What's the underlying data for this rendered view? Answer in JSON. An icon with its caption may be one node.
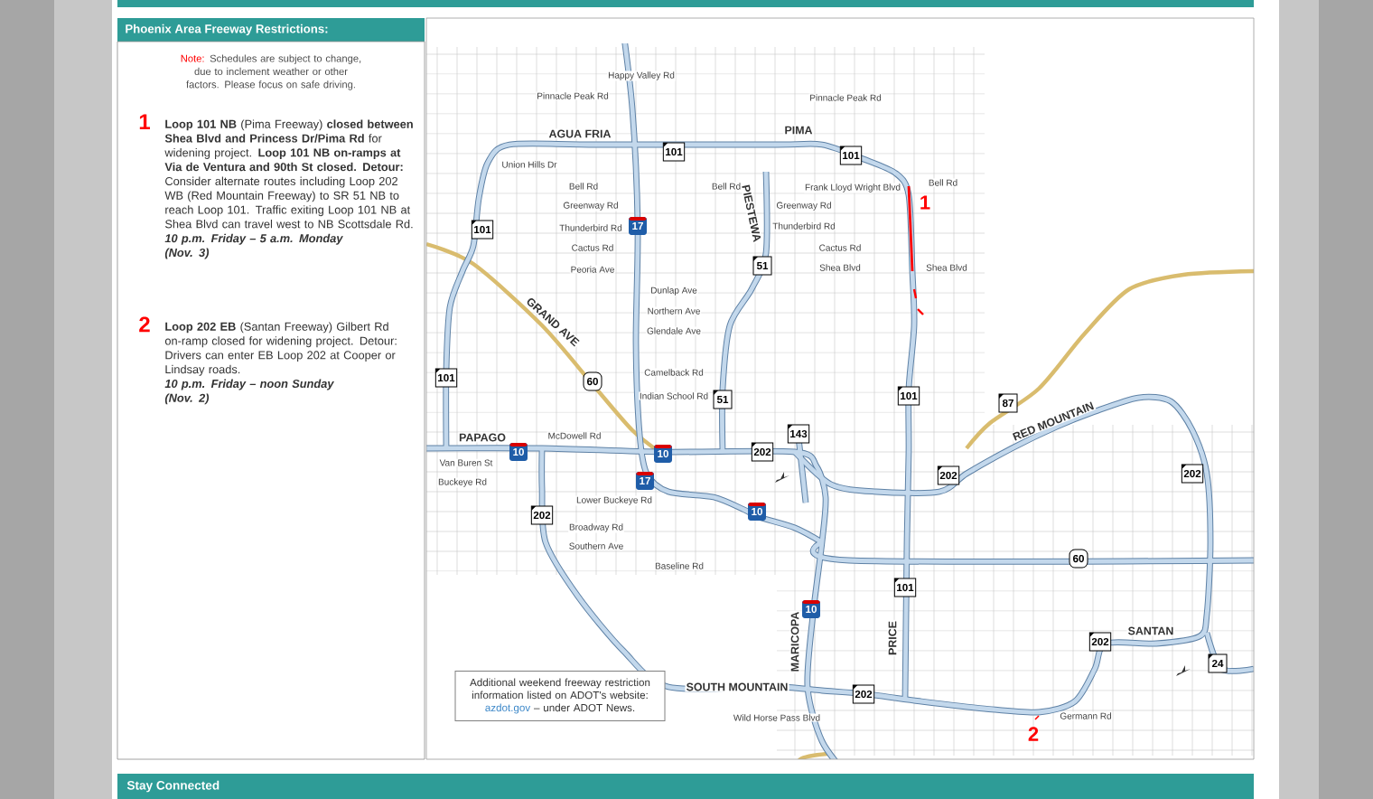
{
  "diagram": {
    "title": "Phoenix Area Freeway Restrictions:",
    "nodes": [
      {
        "text": [
          "101"
        ]
      },
      {
        "text": [
          "101"
        ]
      },
      {
        "text": [
          "17"
        ]
      },
      {
        "text": [
          "101"
        ]
      },
      {
        "text": [
          "51"
        ]
      },
      {
        "text": [
          "101"
        ]
      },
      {
        "text": [
          "60"
        ]
      },
      {
        "text": [
          "101"
        ]
      },
      {
        "text": [
          "51"
        ]
      },
      {
        "text": [
          "87"
        ]
      },
      {
        "text": [
          "143"
        ]
      },
      {
        "text": [
          "202"
        ]
      },
      {
        "text": [
          "10"
        ]
      },
      {
        "text": [
          "10"
        ]
      },
      {
        "text": [
          "202"
        ]
      },
      {
        "text": [
          "202"
        ]
      },
      {
        "text": [
          "17"
        ]
      },
      {
        "text": [
          "10"
        ]
      },
      {
        "text": [
          "202"
        ]
      },
      {
        "text": [
          "60"
        ]
      },
      {
        "text": [
          "101"
        ]
      },
      {
        "text": [
          "10"
        ]
      },
      {
        "text": [
          "202"
        ]
      },
      {
        "text": [
          "24"
        ]
      },
      {
        "text": [
          "Additional weekend freeway restriction information listed on ADOT's website:",
          "azdot.gov",
          "– under ADOT News."
        ]
      },
      {
        "text": [
          "202"
        ]
      }
    ],
    "labels": [
      "Note:",
      "Schedules are subject to change, due to inclement weather or other factors. Please focus on safe driving.",
      "1",
      "**Loop 101 NB** (Pima Freeway) **closed between Shea Blvd and Princess Dr/Pima Rd** for widening project. **Loop 101 NB on-ramps at Via de Ventura and 90th St closed. Detour:** Consider alternate routes including Loop 202 WB (Red Mountain Freeway) to SR 51 NB to reach Loop 101. Traffic exiting Loop 101 NB at Shea Blvd can travel west to NB Scottsdale Rd.",
      "10 p.m. Friday – 5 a.m. Monday",
      "(Nov. 3)",
      "2",
      "**Loop 202 EB** (Santan Freeway) Gilbert Rd on-ramp closed for widening project. Detour: Drivers can enter EB Loop 202 at Cooper or Lindsay roads.",
      "10 p.m. Friday – noon Sunday",
      "(Nov. 2)",
      "Happy Valley Rd",
      "Pinnacle Peak Rd",
      "Pinnacle Peak Rd",
      "PIMA",
      "AGUA FRIA",
      "Union Hills Dr",
      "Bell Rd",
      "Bell Rd",
      "Frank Lloyd Wright Blvd",
      "Bell Rd",
      "1",
      "Greenway Rd",
      "Greenway Rd",
      "PIESTEWA",
      "Thunderbird Rd",
      "Thunderbird Rd",
      "Cactus Rd",
      "Cactus Rd",
      "Shea Blvd",
      "Shea Blvd",
      "Peoria Ave",
      "Dunlap Ave",
      "Northern Ave",
      "GRAND AVE",
      "Glendale Ave",
      "Camelback Rd",
      "Indian School Rd",
      "RED MOUNTAIN",
      "McDowell Rd",
      "PAPAGO",
      "Van Buren St",
      "Buckeye Rd",
      "Lower Buckeye Rd",
      "Broadway Rd",
      "Southern Ave",
      "Baseline Rd",
      "SANTAN",
      "MARICOPA",
      "PRICE",
      "SOUTH MOUNTAIN",
      "Germann Rd",
      "Wild Horse Pass Blvd",
      "2",
      "Stay Connected"
    ]
  }
}
